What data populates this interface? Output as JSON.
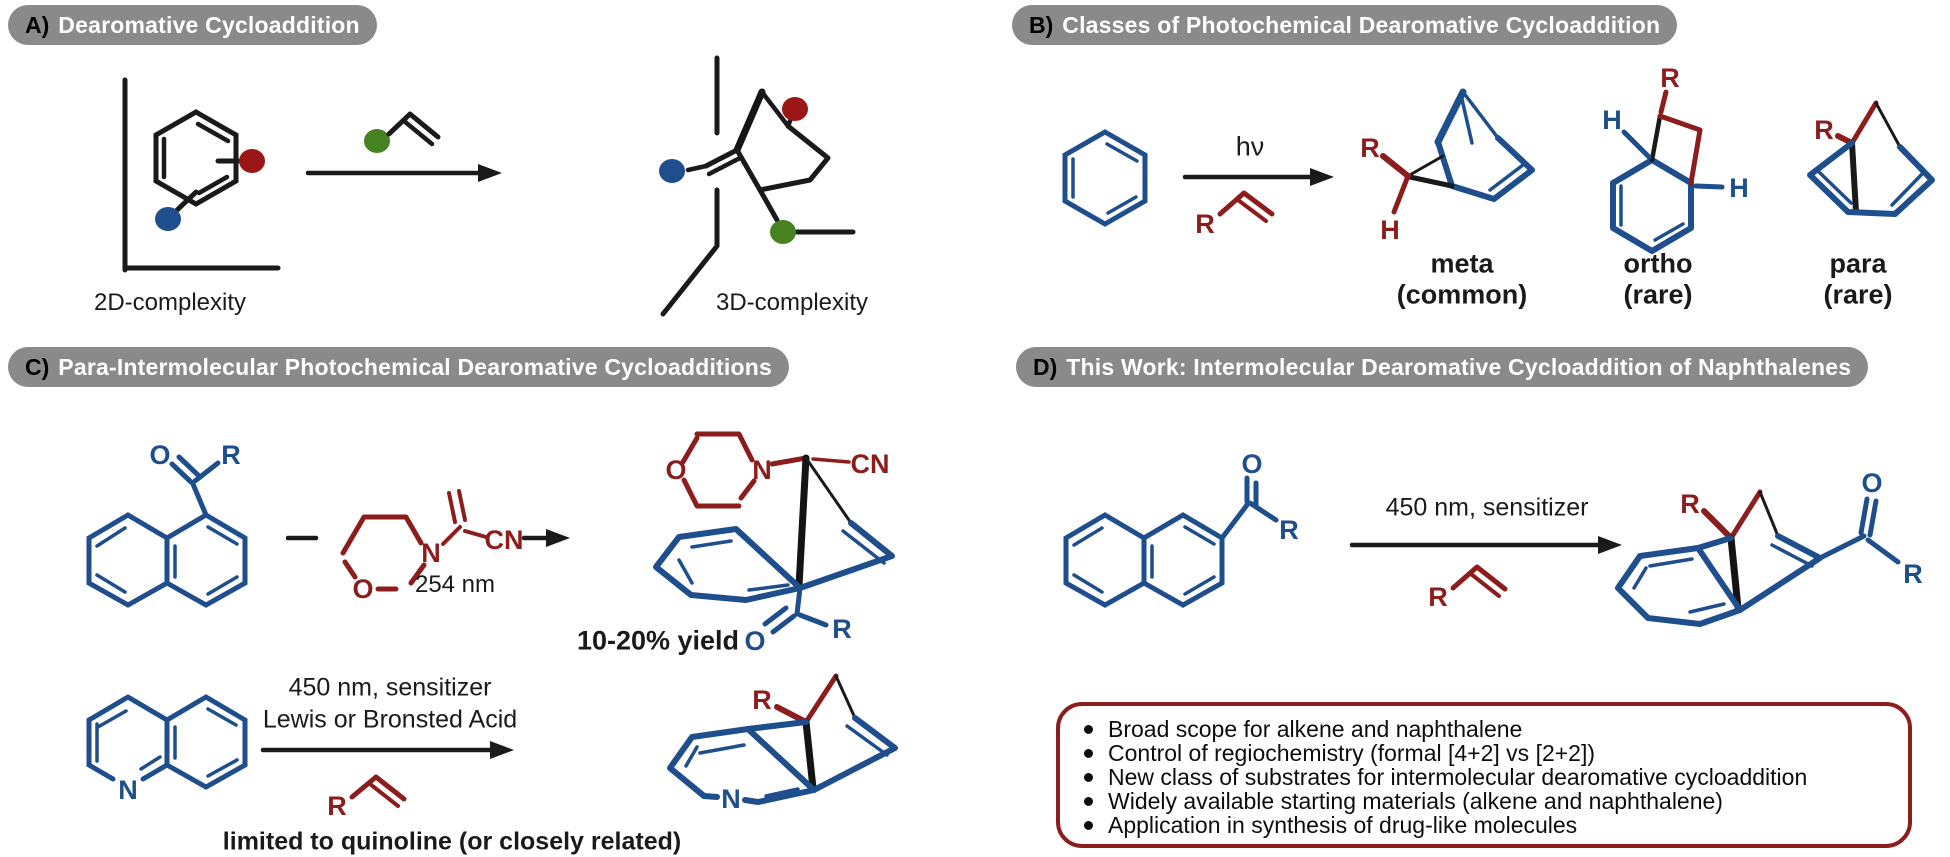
{
  "colors": {
    "structure_blue": "#1e4e8c",
    "structure_dark_red": "#8c1d1d",
    "dot_green": "#478220",
    "dot_red": "#9b1616",
    "dot_blue": "#1e4e8c",
    "badge_gray": "#8a8a8a",
    "badge_title_white": "#ffffff",
    "line_black": "#1a1a1a"
  },
  "labels": {
    "r": "R",
    "o": "O",
    "n": "N",
    "h": "H",
    "cn": "CN"
  },
  "panel_a": {
    "label": "A)",
    "title": "Dearomative Cycloaddition",
    "axis_2d": "2D-complexity",
    "axis_3d": "3D-complexity"
  },
  "panel_b": {
    "label": "B)",
    "title": "Classes of Photochemical Dearomative Cycloaddition",
    "light": "hν",
    "products": [
      {
        "name": "meta",
        "freq": "(common)"
      },
      {
        "name": "ortho",
        "freq": "(rare)"
      },
      {
        "name": "para",
        "freq": "(rare)"
      }
    ]
  },
  "panel_c": {
    "label": "C)",
    "title": "Para-Intermolecular Photochemical Dearomative Cycloadditions",
    "rxn1": {
      "wavelength": "254 nm",
      "yield": "10-20% yield"
    },
    "rxn2": {
      "cond1": "450 nm, sensitizer",
      "cond2": "Lewis or Bronsted Acid",
      "note": "limited to quinoline (or closely related)"
    }
  },
  "panel_d": {
    "label": "D)",
    "title": "This Work: Intermolecular Dearomative Cycloaddition of Naphthalenes",
    "conditions": "450 nm, sensitizer",
    "bullets": [
      "Broad scope for alkene and naphthalene",
      "Control of regiochemistry (formal [4+2] vs [2+2])",
      "New class of substrates for intermolecular dearomative cycloaddition",
      "Widely available starting materials (alkene and naphthalene)",
      "Application in synthesis of drug-like molecules"
    ]
  }
}
